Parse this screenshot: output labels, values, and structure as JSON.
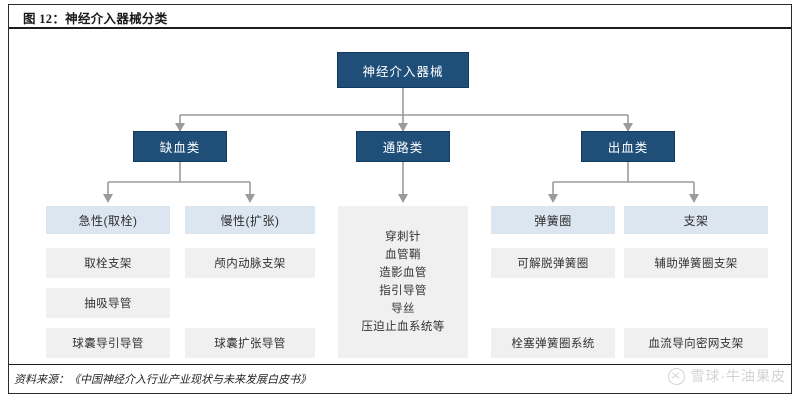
{
  "header": {
    "title": "图 12：神经介入器械分类"
  },
  "footer": {
    "source": "资料来源：《中国神经介入行业产业现状与未来发展白皮书》",
    "watermark": "雪球·牛油果皮"
  },
  "chart_data": {
    "type": "diagram",
    "title": "神经介入器械分类",
    "root": "神经介入器械",
    "colors": {
      "root_fill": "#1f4e79",
      "category_fill": "#1f4e79",
      "subcategory_fill": "#dce6f1",
      "item_fill": "#f0f0f0",
      "connector": "#9b9b9b",
      "frame": "#2b2b2b"
    },
    "categories": [
      {
        "label": "缺血类",
        "subcategories": [
          {
            "label": "急性(取栓)",
            "items": [
              "取栓支架",
              "抽吸导管",
              "球囊导引导管"
            ]
          },
          {
            "label": "慢性(扩张)",
            "items": [
              "颅内动脉支架",
              "",
              "球囊扩张导管"
            ]
          }
        ]
      },
      {
        "label": "通路类",
        "subcategories": [
          {
            "label": "",
            "items": [
              "穿刺针",
              "血管鞘",
              "造影血管",
              "指引导管",
              "导丝",
              "压迫止血系统等"
            ]
          }
        ]
      },
      {
        "label": "出血类",
        "subcategories": [
          {
            "label": "弹簧圈",
            "items": [
              "可解脱弹簧圈",
              "",
              "栓塞弹簧圈系统"
            ]
          },
          {
            "label": "支架",
            "items": [
              "辅助弹簧圈支架",
              "",
              "血流导向密网支架"
            ]
          }
        ]
      }
    ]
  }
}
